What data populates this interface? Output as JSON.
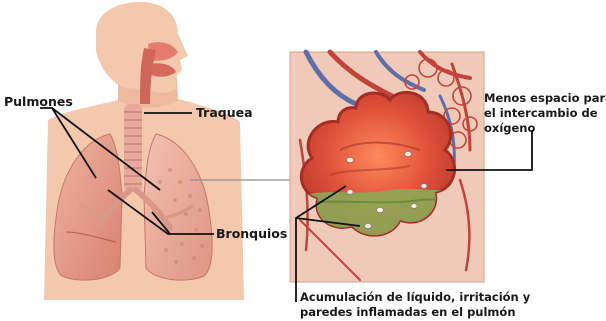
{
  "labels": {
    "lungs": "Pulmones",
    "trachea": "Traquea",
    "bronchi": "Bronquios",
    "less_space": [
      "Menos espacio para",
      "el intercambio de",
      "oxígeno"
    ],
    "fluid": [
      "Acumulación de líquido, irritación y",
      "paredes inflamadas en el pulmón"
    ]
  },
  "colors": {
    "skin": "#f2c3a6",
    "skin_shade": "#e7b092",
    "lung": "#e8a18f",
    "lung_dark": "#d17b6a",
    "alveoli_bg": "#f2ccbd",
    "tissue_red": "#d84a38",
    "fluid_green": "#8ea85a",
    "line": "#111111"
  }
}
